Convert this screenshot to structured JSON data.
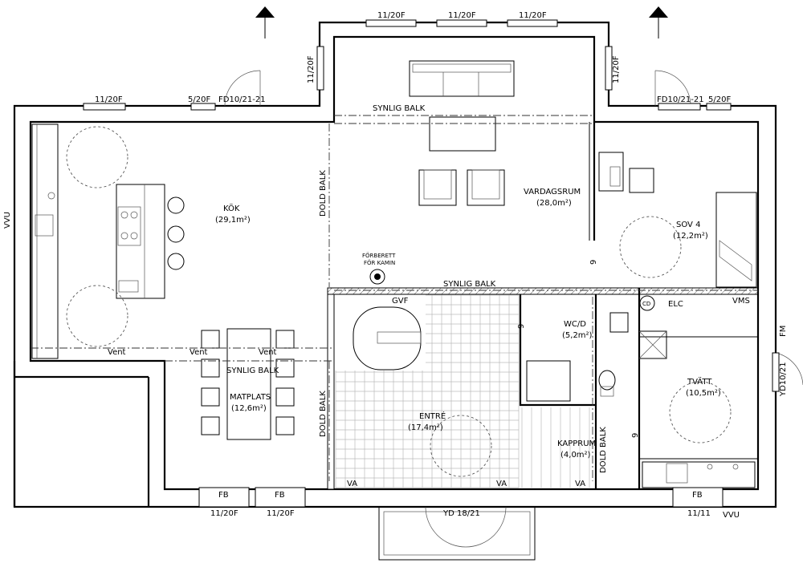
{
  "windows": {
    "top_left_1": "11/20F",
    "top_left_2": "5/20F",
    "top_left_door": "FD10/21-21",
    "side_left": "11/20F",
    "top_center_1": "11/20F",
    "top_center_2": "11/20F",
    "top_center_3": "11/20F",
    "side_right": "11/20F",
    "top_right_door": "FD10/21-21",
    "top_right_1": "5/20F",
    "bottom_fb_1": "FB",
    "bottom_fb_2": "FB",
    "bottom_fb_3": "FB",
    "bottom_1": "11/20F",
    "bottom_2": "11/20F",
    "bottom_door": "YD 18/21",
    "bottom_right": "11/11",
    "right_door": "YD10/21",
    "right_fm": "FM"
  },
  "beams": {
    "synlig_top": "SYNLIG BALK",
    "synlig_mid": "SYNLIG BALK",
    "synlig_dining": "SYNLIG BALK",
    "dold_left": "DOLD BALK",
    "dold_lower": "DOLD BALK",
    "dold_right": "DOLD BALK"
  },
  "rooms": {
    "kok_name": "KÖK",
    "kok_area": "(29,1m²)",
    "vardagsrum_name": "VARDAGSRUM",
    "vardagsrum_area": "(28,0m²)",
    "sov4_name": "SOV 4",
    "sov4_area": "(12,2m²)",
    "wcd_name": "WC/D",
    "wcd_area": "(5,2m²)",
    "tvatt_name": "TVÄTT",
    "tvatt_area": "(10,5m²)",
    "matplats_name": "MATPLATS",
    "matplats_area": "(12,6m²)",
    "entre_name": "ENTRÉ",
    "entre_area": "(17,4m²)",
    "kapprum_name": "KAPPRUM",
    "kapprum_area": "(4,0m²)"
  },
  "annotations": {
    "vvu_left": "VVU",
    "vvu_bottom": "VVU",
    "vent_1": "Vent",
    "vent_2": "Vent",
    "vent_3": "Vent",
    "gvf": "GVF",
    "elc": "ELC",
    "vms": "VMS",
    "cd": "CD",
    "va_1": "VA",
    "va_2": "VA",
    "va_3": "VA",
    "nine_1": "9",
    "nine_2": "9",
    "nine_3": "9",
    "kamin_1": "FÖRBERETT",
    "kamin_2": "FÖR KAMIN"
  }
}
